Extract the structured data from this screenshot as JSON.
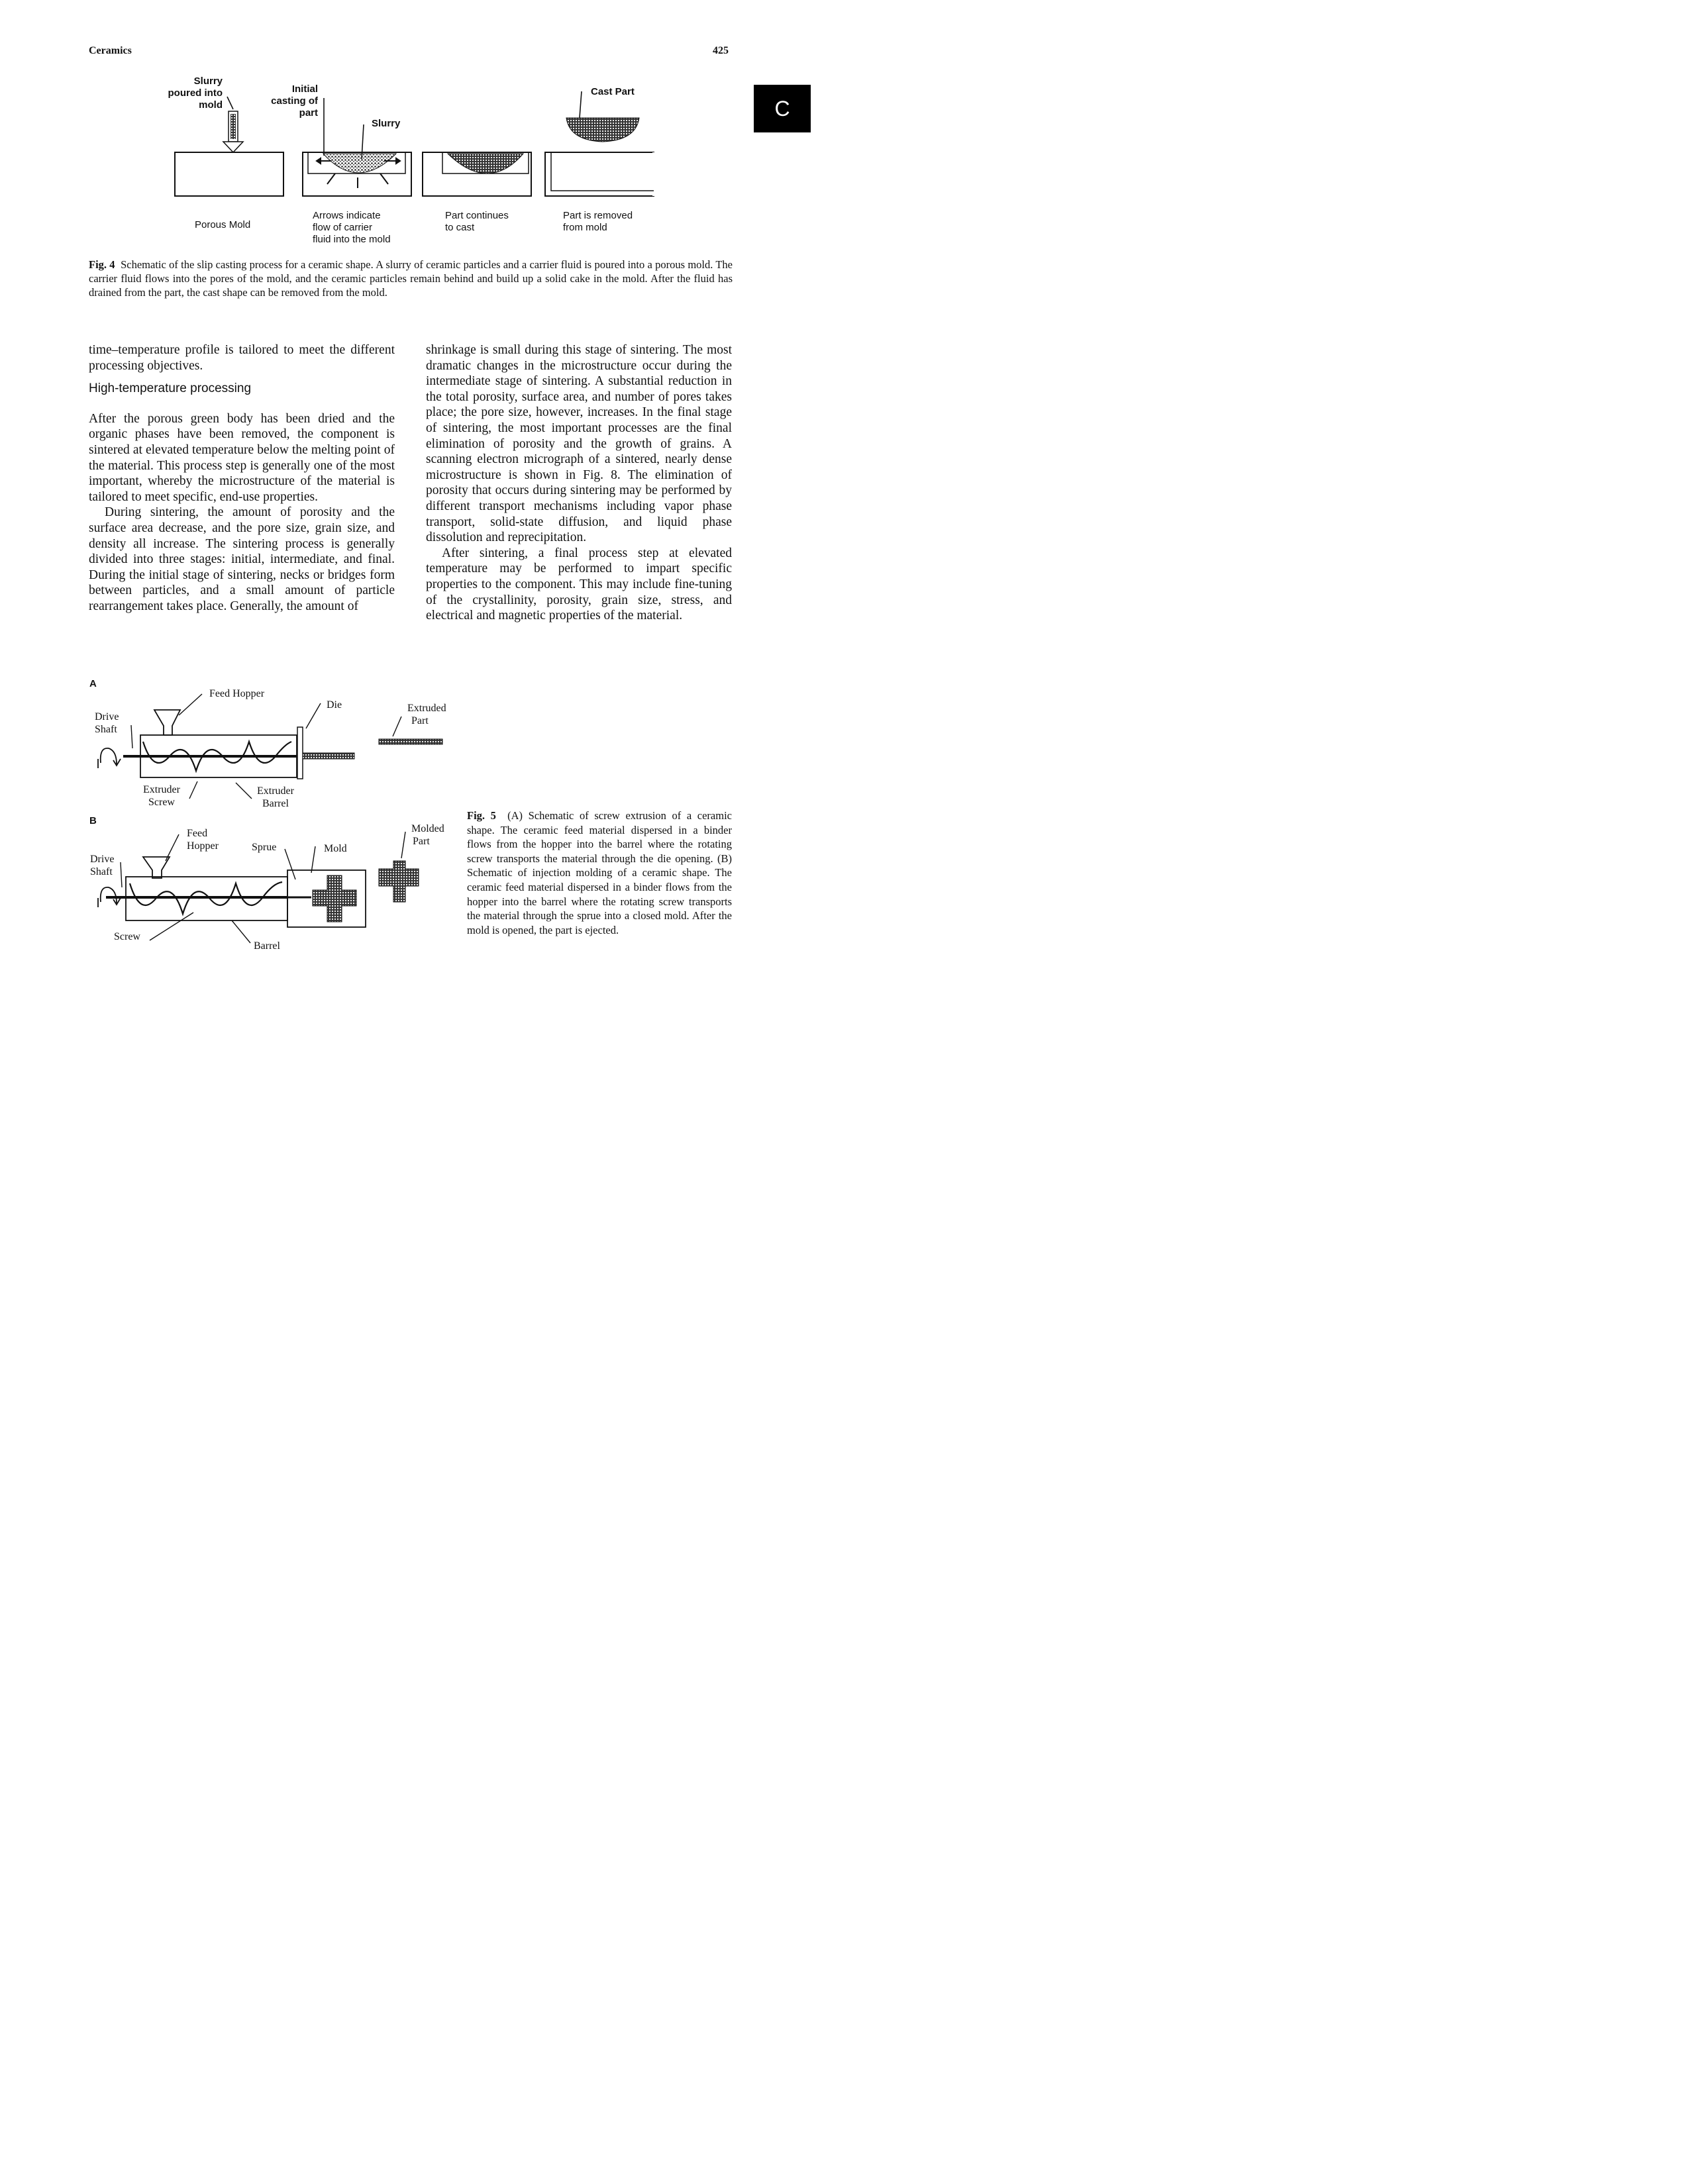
{
  "header": {
    "left": "Ceramics",
    "right": "425"
  },
  "section_tab": "C",
  "fig4": {
    "labels": {
      "slurry_poured": [
        "Slurry",
        "poured into",
        "mold"
      ],
      "initial_casting": [
        "Initial",
        "casting of",
        "part"
      ],
      "slurry": "Slurry",
      "cast_part": "Cast Part",
      "porous_mold": "Porous Mold",
      "arrows": [
        "Arrows indicate",
        "flow of carrier",
        "fluid into the mold"
      ],
      "part_continues": [
        "Part continues",
        "to cast"
      ],
      "part_removed": [
        "Part is removed",
        "from mold"
      ]
    },
    "caption_label": "Fig. 4",
    "caption_text": "Schematic of the slip casting process for a ceramic shape. A slurry of ceramic particles and a carrier fluid is poured into a porous mold. The carrier fluid flows into the pores of the mold, and the ceramic particles remain behind and build up a solid cake in the mold. After the fluid has drained from the part, the cast shape can be removed from the mold."
  },
  "left_column": {
    "p1": "time–temperature profile is tailored to meet the different processing objectives.",
    "heading": "High-temperature processing",
    "p2": "After the porous green body has been dried and the organic phases have been removed, the component is sintered at elevated temperature below the melting point of the material. This process step is generally one of the most important, whereby the microstructure of the material is tailored to meet specific, end-use properties.",
    "p3": "During sintering, the amount of porosity and the surface area decrease, and the pore size, grain size, and density all increase. The sintering process is generally divided into three stages: initial, intermediate, and final. During the initial stage of sintering, necks or bridges form between particles, and a small amount of particle rearrangement takes place. Generally, the amount of"
  },
  "right_column": {
    "p1": "shrinkage is small during this stage of sintering. The most dramatic changes in the microstructure occur during the intermediate stage of sintering. A substantial reduction in the total porosity, surface area, and number of pores takes place; the pore size, however, increases. In the final stage of sintering, the most important processes are the final elimination of porosity and the growth of grains. A scanning electron micrograph of a sintered, nearly dense microstructure is shown in Fig. 8. The elimination of porosity that occurs during sintering may be performed by different transport mechanisms including vapor phase transport, solid-state diffusion, and liquid phase dissolution and reprecipitation.",
    "p2": "After sintering, a final process step at elevated temperature may be performed to impart specific properties to the component. This may include fine-tuning of the crystallinity, porosity, grain size, stress, and electrical and magnetic properties of the material."
  },
  "fig5": {
    "panel_a": "A",
    "panel_b": "B",
    "labels_a": {
      "feed_hopper": "Feed Hopper",
      "die": "Die",
      "extruded_part": [
        "Extruded",
        "Part"
      ],
      "drive_shaft": [
        "Drive",
        "Shaft"
      ],
      "extruder_screw": [
        "Extruder",
        "Screw"
      ],
      "extruder_barrel": [
        "Extruder",
        "Barrel"
      ]
    },
    "labels_b": {
      "feed_hopper": [
        "Feed",
        "Hopper"
      ],
      "sprue": "Sprue",
      "mold": "Mold",
      "molded_part": [
        "Molded",
        "Part"
      ],
      "drive_shaft": [
        "Drive",
        "Shaft"
      ],
      "screw": "Screw",
      "barrel": "Barrel"
    },
    "caption_label": "Fig. 5",
    "caption_text": "(A) Schematic of screw extrusion of a ceramic shape. The ceramic feed material dispersed in a binder flows from the hopper into the barrel where the rotating screw transports the material through the die opening. (B) Schematic of injection molding of a ceramic shape. The ceramic feed material dispersed in a binder flows from the hopper into the barrel where the rotating screw transports the material through the sprue into a closed mold. After the mold is opened, the part is ejected."
  }
}
